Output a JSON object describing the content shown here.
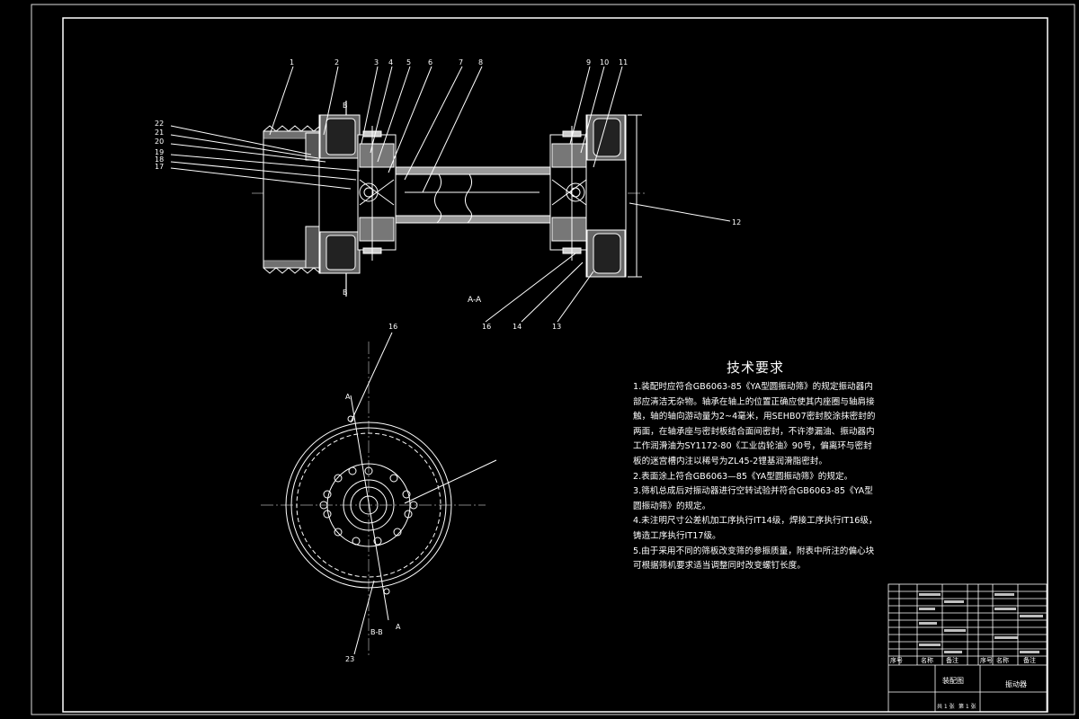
{
  "drawing": {
    "section_label": "A-A",
    "section_mark": "A",
    "section_mark_b": "B",
    "view_label": "B-B",
    "balloons_top": [
      "1",
      "2",
      "3",
      "4",
      "5",
      "6",
      "7",
      "8",
      "9",
      "10",
      "11"
    ],
    "balloons_left": [
      "22",
      "21",
      "20",
      "19",
      "18",
      "17"
    ],
    "balloons_bottom": [
      "16",
      "14",
      "13"
    ],
    "balloon_right": "12",
    "balloon_view_top": "16",
    "balloon_view_bottom": "23"
  },
  "technical_requirements": {
    "title": "技术要求",
    "items": [
      "1.装配时应符合GB6063-85《YA型圆振动筛》的规定振动器内部应清洁无杂物。轴承在轴上的位置正确应使其内座圈与轴肩接触，轴的轴向游动量为2~4毫米，用SEHB07密封胶涂抹密封的两面，在轴承座与密封板结合面间密封，不许渗漏油、振动器内工作润滑油为SY1172-80《工业齿轮油》90号，偏离环与密封板的迷宫槽内注以稀号为ZL45-2锂基润滑脂密封。",
      "2.表面涂上符合GB6063—85《YA型圆振动筛》的规定。",
      "3.筛机总成后对振动器进行空转试验并符合GB6063-85《YA型圆振动筛》的规定。",
      "4.未注明尺寸公差机加工序执行IT14级，焊接工序执行IT16级，铸造工序执行IT17级。",
      "5.由于采用不同的筛板改变筛的参振质量，附表中所注的偏心块可根据筛机要求适当调整同时改变螺钉长度。"
    ]
  },
  "title_block": {
    "headers": [
      "序号",
      "名称",
      "备注",
      "序号",
      "名称",
      "备注"
    ],
    "assembly_name": "振动器",
    "drawing_name": "装配图",
    "scale_row": [
      "共 1 张",
      "第 1 张"
    ]
  }
}
